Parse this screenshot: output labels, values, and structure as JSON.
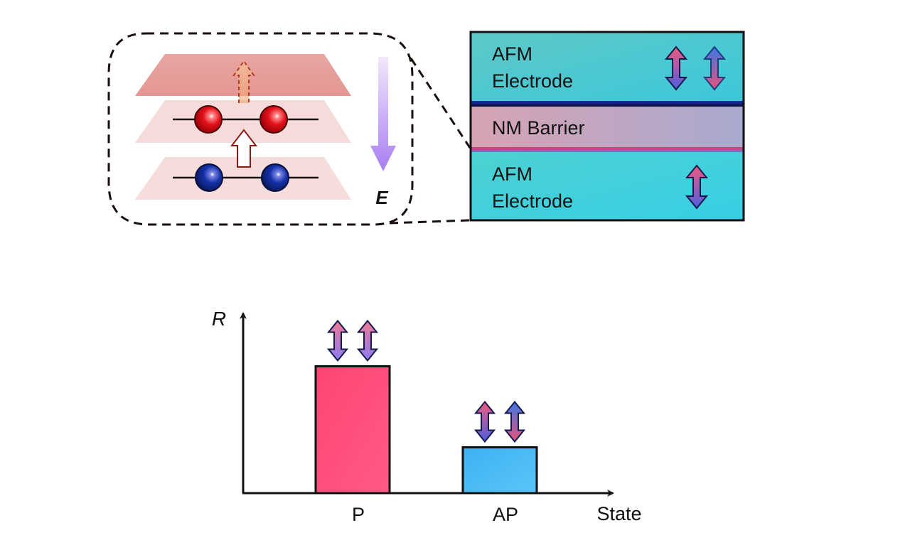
{
  "inset": {
    "field_label": "E"
  },
  "device": {
    "top_electrode": {
      "line1": "AFM",
      "line2": "Electrode"
    },
    "barrier": {
      "label": "NM Barrier"
    },
    "bottom_electrode": {
      "line1": "AFM",
      "line2": "Electrode"
    }
  },
  "chart_data": {
    "type": "bar",
    "ylabel": "R",
    "xlabel": "State",
    "categories": [
      "P",
      "AP"
    ],
    "values": [
      0.72,
      0.26
    ],
    "ylim": [
      0,
      1
    ],
    "grid": false,
    "bar_colors": [
      "#ff4f7b",
      "#4bbcf5"
    ]
  },
  "colors": {
    "bar_p": "#ff4f7b",
    "bar_ap": "#4bbcf5",
    "electrode": "#4fcfd6",
    "barrier": "#c8a4bb",
    "field_arrow": "#b98cf2",
    "red_atom": "#e3101a",
    "blue_atom": "#0d2a8c"
  }
}
